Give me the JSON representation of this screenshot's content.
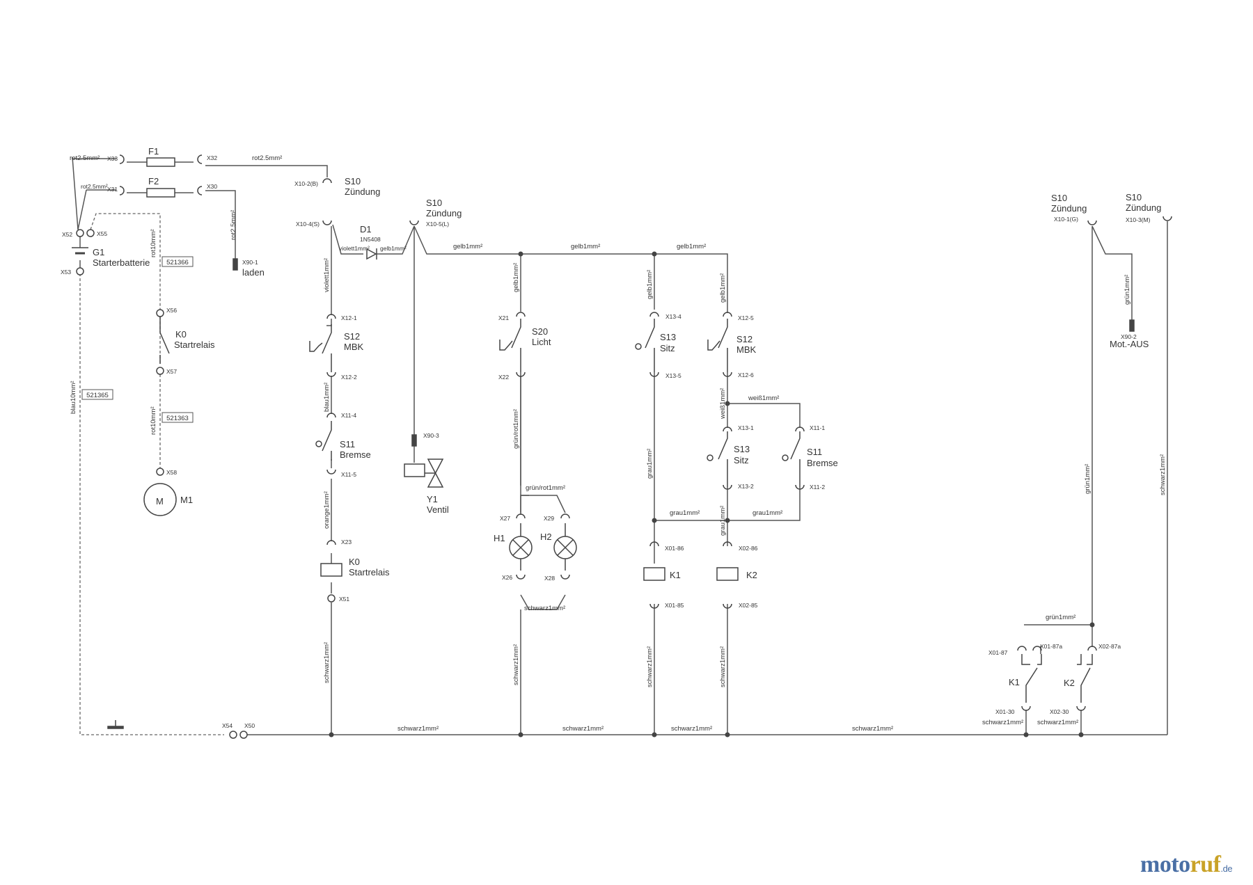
{
  "components": {
    "F1": "F1",
    "F2": "F2",
    "S10a": {
      "name": "S10",
      "desc": "Zündung",
      "pin": "X10-2(B)"
    },
    "S10b": {
      "name": "S10",
      "desc": "Zündung",
      "pin": "X10-5(L)"
    },
    "S10c": {
      "name": "S10",
      "desc": "Zündung",
      "pin": "X10-1(G)"
    },
    "S10d": {
      "name": "S10",
      "desc": "Zündung",
      "pin": "X10-3(M)"
    },
    "G1": {
      "name": "G1",
      "desc": "Starterbatterie"
    },
    "D1": {
      "name": "D1",
      "part": "1N5408"
    },
    "K0a": {
      "name": "K0",
      "desc": "Startrelais"
    },
    "K0b": {
      "name": "K0",
      "desc": "Startrelais"
    },
    "M1": {
      "name": "M1",
      "symbol": "M"
    },
    "S12a": {
      "name": "S12",
      "desc": "MBK"
    },
    "S12b": {
      "name": "S12",
      "desc": "MBK"
    },
    "S11a": {
      "name": "S11",
      "desc": "Bremse"
    },
    "S11b": {
      "name": "S11",
      "desc": "Bremse"
    },
    "S13a": {
      "name": "S13",
      "desc": "Sitz"
    },
    "S13b": {
      "name": "S13",
      "desc": "Sitz"
    },
    "S20": {
      "name": "S20",
      "desc": "Licht"
    },
    "Y1": {
      "name": "Y1",
      "desc": "Ventil"
    },
    "H1": "H1",
    "H2": "H2",
    "K1": "K1",
    "K2": "K2",
    "K1c": "K1",
    "K2c": "K2",
    "laden": "laden",
    "motaus": "Mot.-AUS"
  },
  "part_numbers": [
    "521366",
    "521365",
    "521363"
  ],
  "pins": {
    "X33": "X33",
    "X32": "X32",
    "X31": "X31",
    "X30": "X30",
    "X52": "X52",
    "X55": "X55",
    "X53": "X53",
    "X56": "X56",
    "X57": "X57",
    "X58": "X58",
    "X901": "X90-1",
    "X902": "X90-2",
    "X903": "X90-3",
    "X104S": "X10-4(S)",
    "X121": "X12-1",
    "X122": "X12-2",
    "X114": "X11-4",
    "X115": "X11-5",
    "X23": "X23",
    "X51": "X51",
    "X21": "X21",
    "X22": "X22",
    "X27": "X27",
    "X29": "X29",
    "X26": "X26",
    "X28": "X28",
    "X134": "X13-4",
    "X135": "X13-5",
    "X0186": "X01-86",
    "X0185": "X01-85",
    "X125": "X12-5",
    "X126": "X12-6",
    "X131": "X13-1",
    "X132": "X13-2",
    "X111": "X11-1",
    "X112": "X11-2",
    "X0286": "X02-86",
    "X0285": "X02-85",
    "X0187": "X01-87",
    "X0187a": "X01-87a",
    "X0287a": "X02-87a",
    "X0130": "X01-30",
    "X0230": "X02-30",
    "X54": "X54",
    "X50": "X50"
  },
  "wires": {
    "rot25a": "rot2.5mm²",
    "rot25b": "rot2.5mm²",
    "rot25c": "rot2.5mm²",
    "rot25d": "rot2.5mm²",
    "rot10a": "rot10mm²",
    "rot10b": "rot10mm²",
    "blau10": "blau10mm²",
    "violett1": "violett1mm²",
    "violett1s": "violett1mm²",
    "gelb1s": "gelb1mm²",
    "gelb1a": "gelb1mm²",
    "gelb1b": "gelb1mm²",
    "gelb1c": "gelb1mm²",
    "gelb1v1": "gelb1mm²",
    "gelb1v2": "gelb1mm²",
    "gelb1v3": "gelb1mm²",
    "blau1": "blau1mm²",
    "orange1": "orange1mm²",
    "schwarz1v1": "schwarz1mm²",
    "schwarz1v2": "schwarz1mm²",
    "schwarz1v3": "schwarz1mm²",
    "schwarz1v4": "schwarz1mm²",
    "schwarz1v5": "schwarz1mm²",
    "gruenrot1v": "grün/rot1mm²",
    "gruenrot1h": "grün/rot1mm²",
    "schwarz1lamp": "schwarz1mm²",
    "grau1v": "grau1mm²",
    "grau1v2": "grau1mm²",
    "grau1h1": "grau1mm²",
    "grau1h2": "grau1mm²",
    "weiss1v": "weiß1mm²",
    "weiss1h": "weiß1mm²",
    "gruen1v1": "grün1mm²",
    "gruen1v2": "grün1mm²",
    "gruen1h": "grün1mm²",
    "schwarz1k1": "schwarz1mm²",
    "schwarz1k2": "schwarz1mm²",
    "schwarzb1": "schwarz1mm²",
    "schwarzb2": "schwarz1mm²",
    "schwarzb3": "schwarz1mm²",
    "schwarzb4": "schwarz1mm²"
  },
  "logo": {
    "main1": "moto",
    "main2": "ruf",
    "tld": ".de"
  }
}
